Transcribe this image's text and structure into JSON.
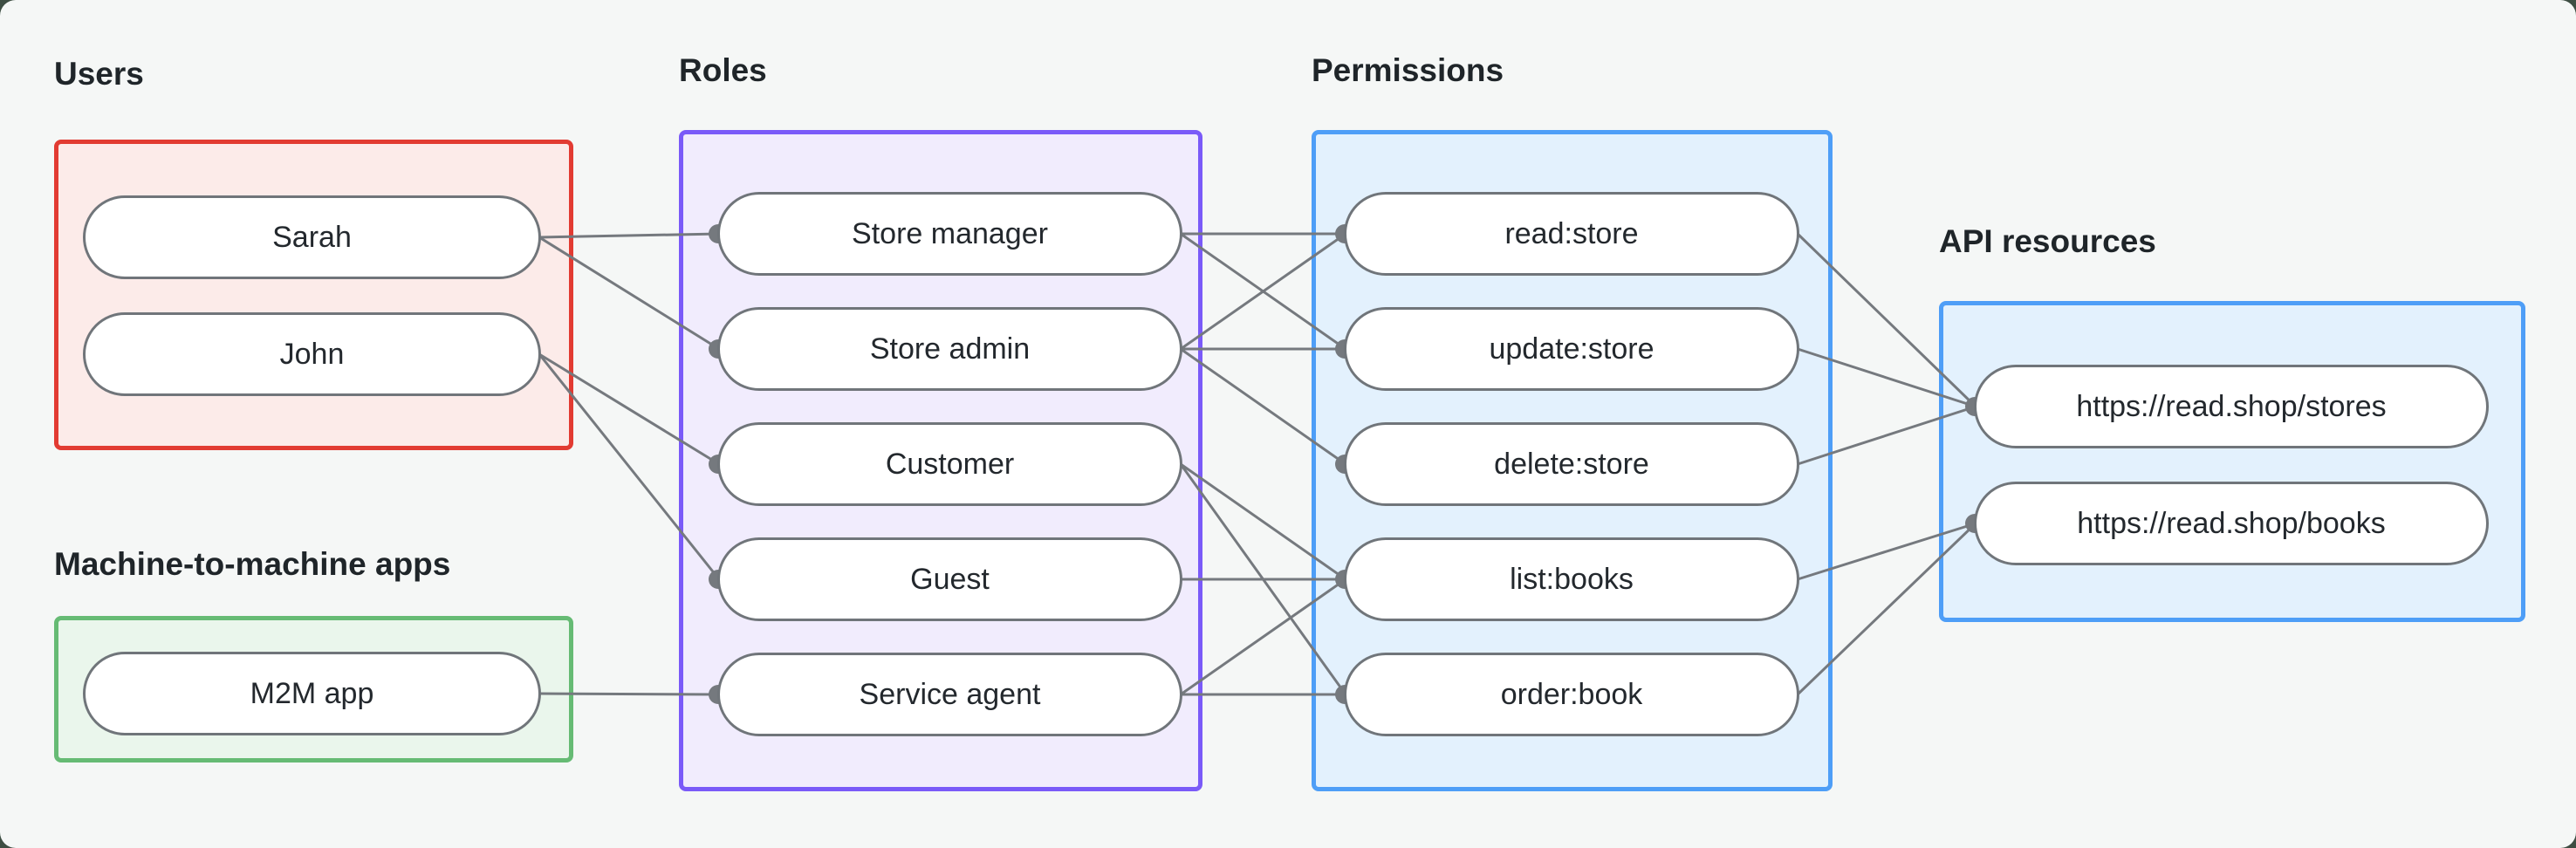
{
  "diagram": {
    "background": "#f5f7f6",
    "outer_background": "#3e4e43",
    "edge_color": "#75797e",
    "node_border_color": "#70757a",
    "node_fill": "#ffffff",
    "groups": [
      {
        "id": "users",
        "label": "Users",
        "border": "#e23b32",
        "fill": "#fcebe9"
      },
      {
        "id": "m2m",
        "label": "Machine-to-machine apps",
        "border": "#66bb74",
        "fill": "#eaf6ec"
      },
      {
        "id": "roles",
        "label": "Roles",
        "border": "#7a5af8",
        "fill": "#f1ecfd"
      },
      {
        "id": "permissions",
        "label": "Permissions",
        "border": "#4e9ef7",
        "fill": "#e3f1fd"
      },
      {
        "id": "api",
        "label": "API resources",
        "border": "#4e9ef7",
        "fill": "#e3f1fd"
      }
    ],
    "nodes": {
      "sarah": "Sarah",
      "john": "John",
      "m2m_app": "M2M app",
      "store_manager": "Store manager",
      "store_admin": "Store admin",
      "customer": "Customer",
      "guest": "Guest",
      "service_agent": "Service agent",
      "read_store": "read:store",
      "update_store": "update:store",
      "delete_store": "delete:store",
      "list_books": "list:books",
      "order_book": "order:book",
      "stores": "https://read.shop/stores",
      "books": "https://read.shop/books"
    },
    "edges": [
      {
        "from": "sarah",
        "to": "store_manager"
      },
      {
        "from": "sarah",
        "to": "store_admin"
      },
      {
        "from": "john",
        "to": "customer"
      },
      {
        "from": "john",
        "to": "guest"
      },
      {
        "from": "m2m_app",
        "to": "service_agent"
      },
      {
        "from": "store_manager",
        "to": "read_store"
      },
      {
        "from": "store_manager",
        "to": "update_store"
      },
      {
        "from": "store_admin",
        "to": "read_store"
      },
      {
        "from": "store_admin",
        "to": "update_store"
      },
      {
        "from": "store_admin",
        "to": "delete_store"
      },
      {
        "from": "customer",
        "to": "list_books"
      },
      {
        "from": "customer",
        "to": "order_book"
      },
      {
        "from": "guest",
        "to": "list_books"
      },
      {
        "from": "service_agent",
        "to": "list_books"
      },
      {
        "from": "service_agent",
        "to": "order_book"
      },
      {
        "from": "read_store",
        "to": "stores"
      },
      {
        "from": "update_store",
        "to": "stores"
      },
      {
        "from": "delete_store",
        "to": "stores"
      },
      {
        "from": "list_books",
        "to": "books"
      },
      {
        "from": "order_book",
        "to": "books"
      }
    ]
  }
}
